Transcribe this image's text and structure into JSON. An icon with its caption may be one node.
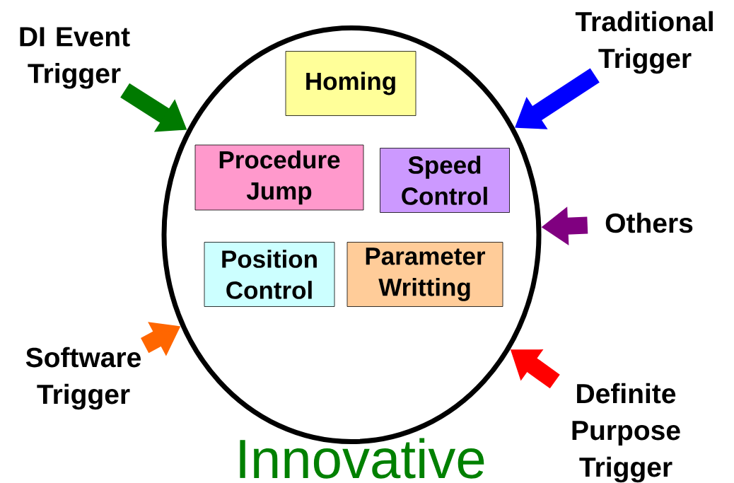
{
  "diagram": {
    "nodes": [
      {
        "text": [],
        "shape": "circle"
      },
      {
        "text": [
          "Homing"
        ],
        "in": 0
      },
      {
        "text": [
          "Procedure Jump"
        ],
        "in": 0
      },
      {
        "text": [
          "Speed Control"
        ],
        "in": 0
      },
      {
        "text": [
          "Position Control"
        ],
        "in": 0
      },
      {
        "text": [
          "Parameter Writting"
        ],
        "in": 0
      },
      {
        "text": [
          "DI Event Trigger"
        ]
      },
      {
        "text": [
          "Traditional Trigger"
        ]
      },
      {
        "text": [
          "Others"
        ]
      },
      {
        "text": [
          "Software Trigger"
        ]
      },
      {
        "text": [
          "Definite Purpose Trigger"
        ]
      }
    ],
    "edges": [
      {
        "from": 6,
        "to": 0,
        "arrow": "to",
        "color": "#007a00"
      },
      {
        "from": 7,
        "to": 0,
        "arrow": "to",
        "color": "#0000ff"
      },
      {
        "from": 8,
        "to": 0,
        "arrow": "to",
        "color": "#800080"
      },
      {
        "from": 9,
        "to": 0,
        "arrow": "to",
        "color": "#ff6600"
      },
      {
        "from": 10,
        "to": 0,
        "arrow": "to",
        "color": "#ff0000"
      }
    ],
    "labels": [
      "Innovative"
    ]
  }
}
